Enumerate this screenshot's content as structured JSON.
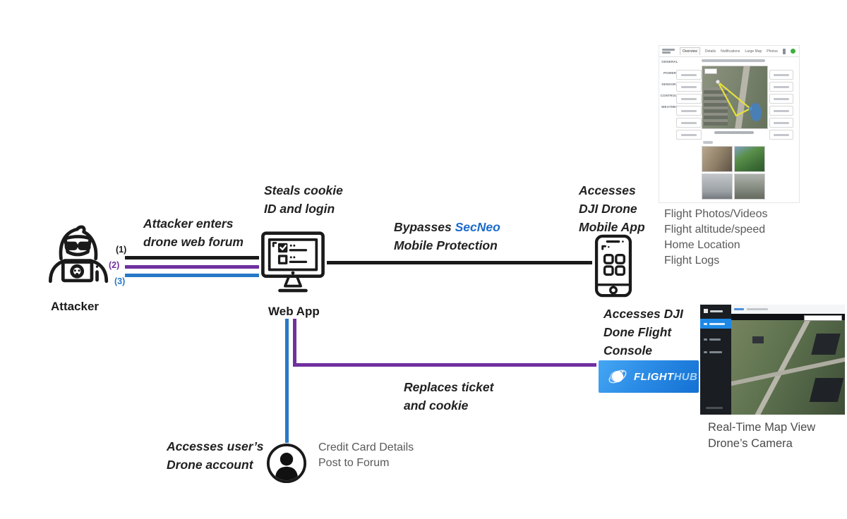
{
  "colors": {
    "line_black": "#1a1a1a",
    "line_purple": "#7030A0",
    "line_blue": "#2878C8",
    "secneo_blue": "#1B6ACB",
    "flighthub_gradient_start": "#46a6f4",
    "flighthub_gradient_end": "#1470d2",
    "flight_path_yellow": "#e6e03c"
  },
  "nodes": {
    "attacker_label": "Attacker",
    "web_app_label": "Web App"
  },
  "edges": {
    "label1": "(1)",
    "label2": "(2)",
    "label3": "(3)"
  },
  "annotations": {
    "attacker_enters": "Attacker enters\ndrone web forum",
    "steals_cookie": "Steals cookie\nID and login",
    "bypasses_prefix": "Bypasses ",
    "bypasses_brand": "SecNeo",
    "bypasses_line2": "Mobile Protection",
    "accesses_mobile": "Accesses\nDJI Drone\nMobile App",
    "accesses_console": "Accesses DJI\nDone Flight\nConsole",
    "replaces_ticket": "Replaces ticket\nand cookie",
    "accesses_user": "Accesses user’s\nDrone account"
  },
  "captions": {
    "flight_list": "Flight Photos/Videos\nFlight altitude/speed\nHome Location\nFlight Logs",
    "credit_card": "Credit Card Details\nPost to Forum",
    "realtime": "Real-Time Map View\nDrone’s Camera"
  },
  "flighthub_logo": {
    "flight": "FLIGHT",
    "hub": "HUB"
  },
  "airdata_panel": {
    "tabs": [
      "Overview",
      "Details",
      "Notifications",
      "Large Map",
      "Photos"
    ],
    "sidebar_items": [
      "GENERAL",
      "POWER",
      "SENSORS",
      "CONTROLS",
      "WEATHER"
    ],
    "photos": [
      "ground-crew-photo",
      "farm-pool-aerial-photo",
      "city-skyline-photo",
      "road-aerial-photo"
    ]
  }
}
